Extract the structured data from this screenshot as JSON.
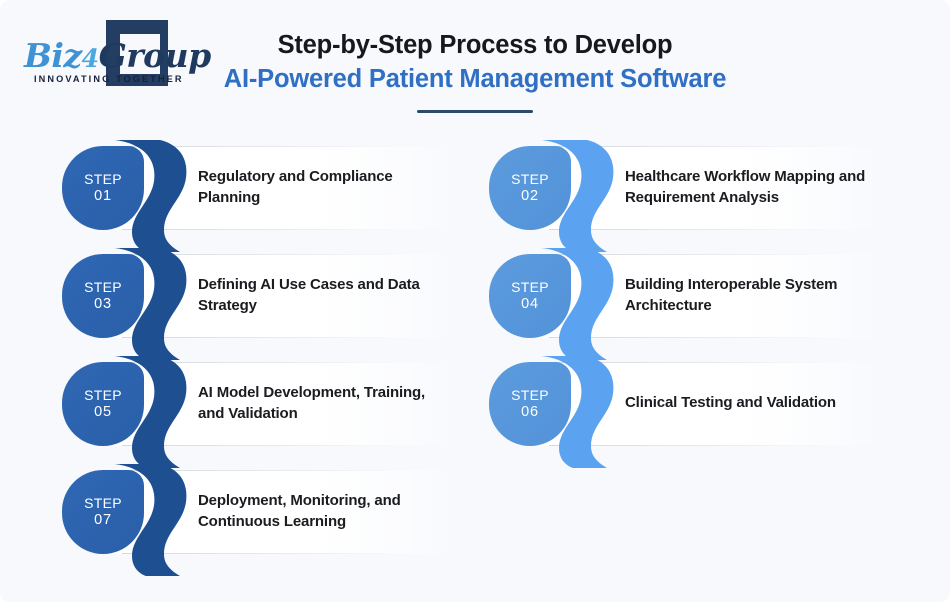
{
  "brand": {
    "logo_biz": "Biz",
    "logo_four": "4",
    "logo_group": "Group",
    "tagline": "INNOVATING TOGETHER",
    "navy": "#243e63",
    "blue": "#3f93d4"
  },
  "header": {
    "title_line1": "Step-by-Step Process to Develop",
    "title_line2": "AI-Powered Patient Management Software",
    "title_line1_color": "#16181d",
    "title_line2_color": "#2f6fc4",
    "rule_color": "#2c4a6e"
  },
  "theme": {
    "background": "#f7f9fc",
    "card_background": "#ffffff",
    "text_color": "#1b1c20",
    "dark_badge": "#2f68b5",
    "dark_badge_gradient_end": "#2a5ea8",
    "dark_swoosh": "#1d4f91",
    "light_badge": "#5b9bdd",
    "light_badge_gradient_end": "#5392d8",
    "light_swoosh": "#5ba3f0"
  },
  "steps": [
    {
      "number": "01",
      "word": "STEP",
      "title": "Regulatory and Compliance Planning",
      "column": "left",
      "tone": "dark"
    },
    {
      "number": "02",
      "word": "STEP",
      "title": "Healthcare Workflow Mapping and Requirement Analysis",
      "column": "right",
      "tone": "light"
    },
    {
      "number": "03",
      "word": "STEP",
      "title": "Defining AI Use Cases and Data Strategy",
      "column": "left",
      "tone": "dark"
    },
    {
      "number": "04",
      "word": "STEP",
      "title": "Building Interoperable System Architecture",
      "column": "right",
      "tone": "light"
    },
    {
      "number": "05",
      "word": "STEP",
      "title": "AI Model Development, Training, and Validation",
      "column": "left",
      "tone": "dark"
    },
    {
      "number": "06",
      "word": "STEP",
      "title": "Clinical Testing and Validation",
      "column": "right",
      "tone": "light"
    },
    {
      "number": "07",
      "word": "STEP",
      "title": "Deployment, Monitoring, and Continuous Learning",
      "column": "left",
      "tone": "dark"
    }
  ]
}
